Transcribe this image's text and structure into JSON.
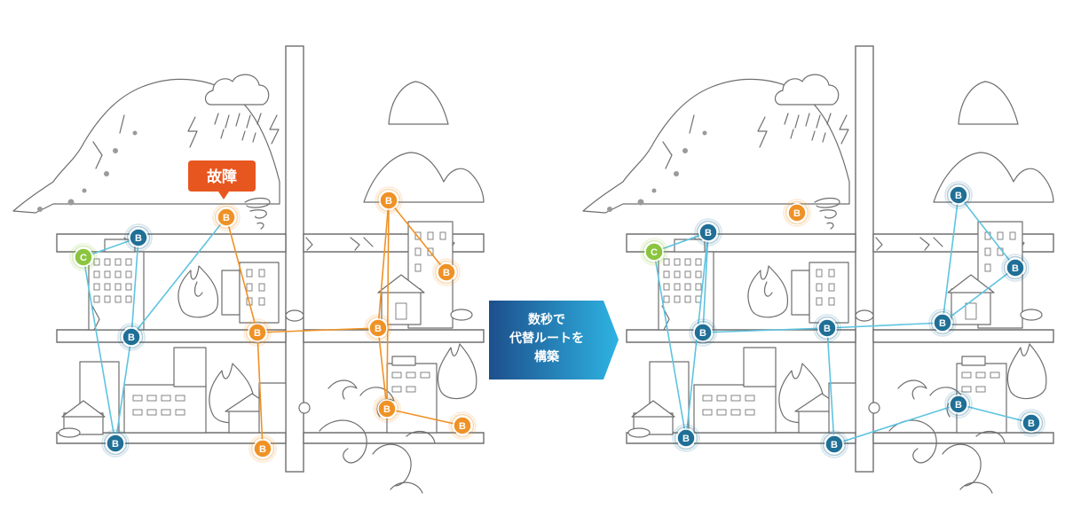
{
  "colors": {
    "bridge": "#1f6f96",
    "bridge_link": "#5ec3df",
    "fault": "#ef9226",
    "fault_link": "#ef9226",
    "coordinator": "#8bc53f",
    "fault_tag": "#e8561f",
    "arrow_start": "#1d4f8c",
    "arrow_end": "#2eb3e2"
  },
  "fault_tag": {
    "text": "故障"
  },
  "transition_arrow": {
    "lines": [
      "数秒で",
      "代替ルートを",
      "構築"
    ]
  },
  "node_labels": {
    "bridge": "B",
    "coordinator": "C"
  },
  "before": {
    "nodes": [
      {
        "id": "c1",
        "kind": "coordinator",
        "status": "normal"
      },
      {
        "id": "b1",
        "kind": "bridge",
        "status": "normal"
      },
      {
        "id": "b2",
        "kind": "bridge",
        "status": "normal"
      },
      {
        "id": "b3",
        "kind": "bridge",
        "status": "normal"
      },
      {
        "id": "f1",
        "kind": "bridge",
        "status": "fault"
      },
      {
        "id": "f2",
        "kind": "bridge",
        "status": "fault"
      },
      {
        "id": "f3",
        "kind": "bridge",
        "status": "fault"
      },
      {
        "id": "f4",
        "kind": "bridge",
        "status": "fault"
      },
      {
        "id": "f5",
        "kind": "bridge",
        "status": "fault"
      },
      {
        "id": "f6",
        "kind": "bridge",
        "status": "fault"
      },
      {
        "id": "f7",
        "kind": "bridge",
        "status": "fault"
      },
      {
        "id": "f8",
        "kind": "bridge",
        "status": "fault"
      }
    ],
    "links": [
      [
        "c1",
        "b1"
      ],
      [
        "c1",
        "b3"
      ],
      [
        "b1",
        "b2"
      ],
      [
        "b2",
        "f1"
      ],
      [
        "f1",
        "f2"
      ],
      [
        "f2",
        "f3"
      ],
      [
        "f2",
        "f4"
      ],
      [
        "f4",
        "f5"
      ],
      [
        "f5",
        "f6"
      ],
      [
        "f5",
        "f7"
      ],
      [
        "f4",
        "f7"
      ],
      [
        "f7",
        "f8"
      ],
      [
        "b2",
        "b3"
      ]
    ]
  },
  "after": {
    "nodes": [
      {
        "id": "c1",
        "kind": "coordinator",
        "status": "normal"
      },
      {
        "id": "b1",
        "kind": "bridge",
        "status": "normal"
      },
      {
        "id": "b2",
        "kind": "bridge",
        "status": "normal"
      },
      {
        "id": "b3",
        "kind": "bridge",
        "status": "normal"
      },
      {
        "id": "b4",
        "kind": "bridge",
        "status": "normal"
      },
      {
        "id": "b5",
        "kind": "bridge",
        "status": "normal"
      },
      {
        "id": "b6",
        "kind": "bridge",
        "status": "normal"
      },
      {
        "id": "b7",
        "kind": "bridge",
        "status": "normal"
      },
      {
        "id": "b8",
        "kind": "bridge",
        "status": "normal"
      },
      {
        "id": "b9",
        "kind": "bridge",
        "status": "normal"
      },
      {
        "id": "b10",
        "kind": "bridge",
        "status": "normal"
      },
      {
        "id": "f1",
        "kind": "bridge",
        "status": "fault"
      }
    ],
    "links": [
      [
        "c1",
        "b1"
      ],
      [
        "c1",
        "b3"
      ],
      [
        "b1",
        "b2"
      ],
      [
        "b2",
        "b4"
      ],
      [
        "b4",
        "b5"
      ],
      [
        "b5",
        "b6"
      ],
      [
        "b5",
        "b7"
      ],
      [
        "b6",
        "b7"
      ],
      [
        "b4",
        "b8"
      ],
      [
        "b8",
        "b9"
      ],
      [
        "b9",
        "b10"
      ],
      [
        "b3",
        "b1"
      ]
    ]
  }
}
